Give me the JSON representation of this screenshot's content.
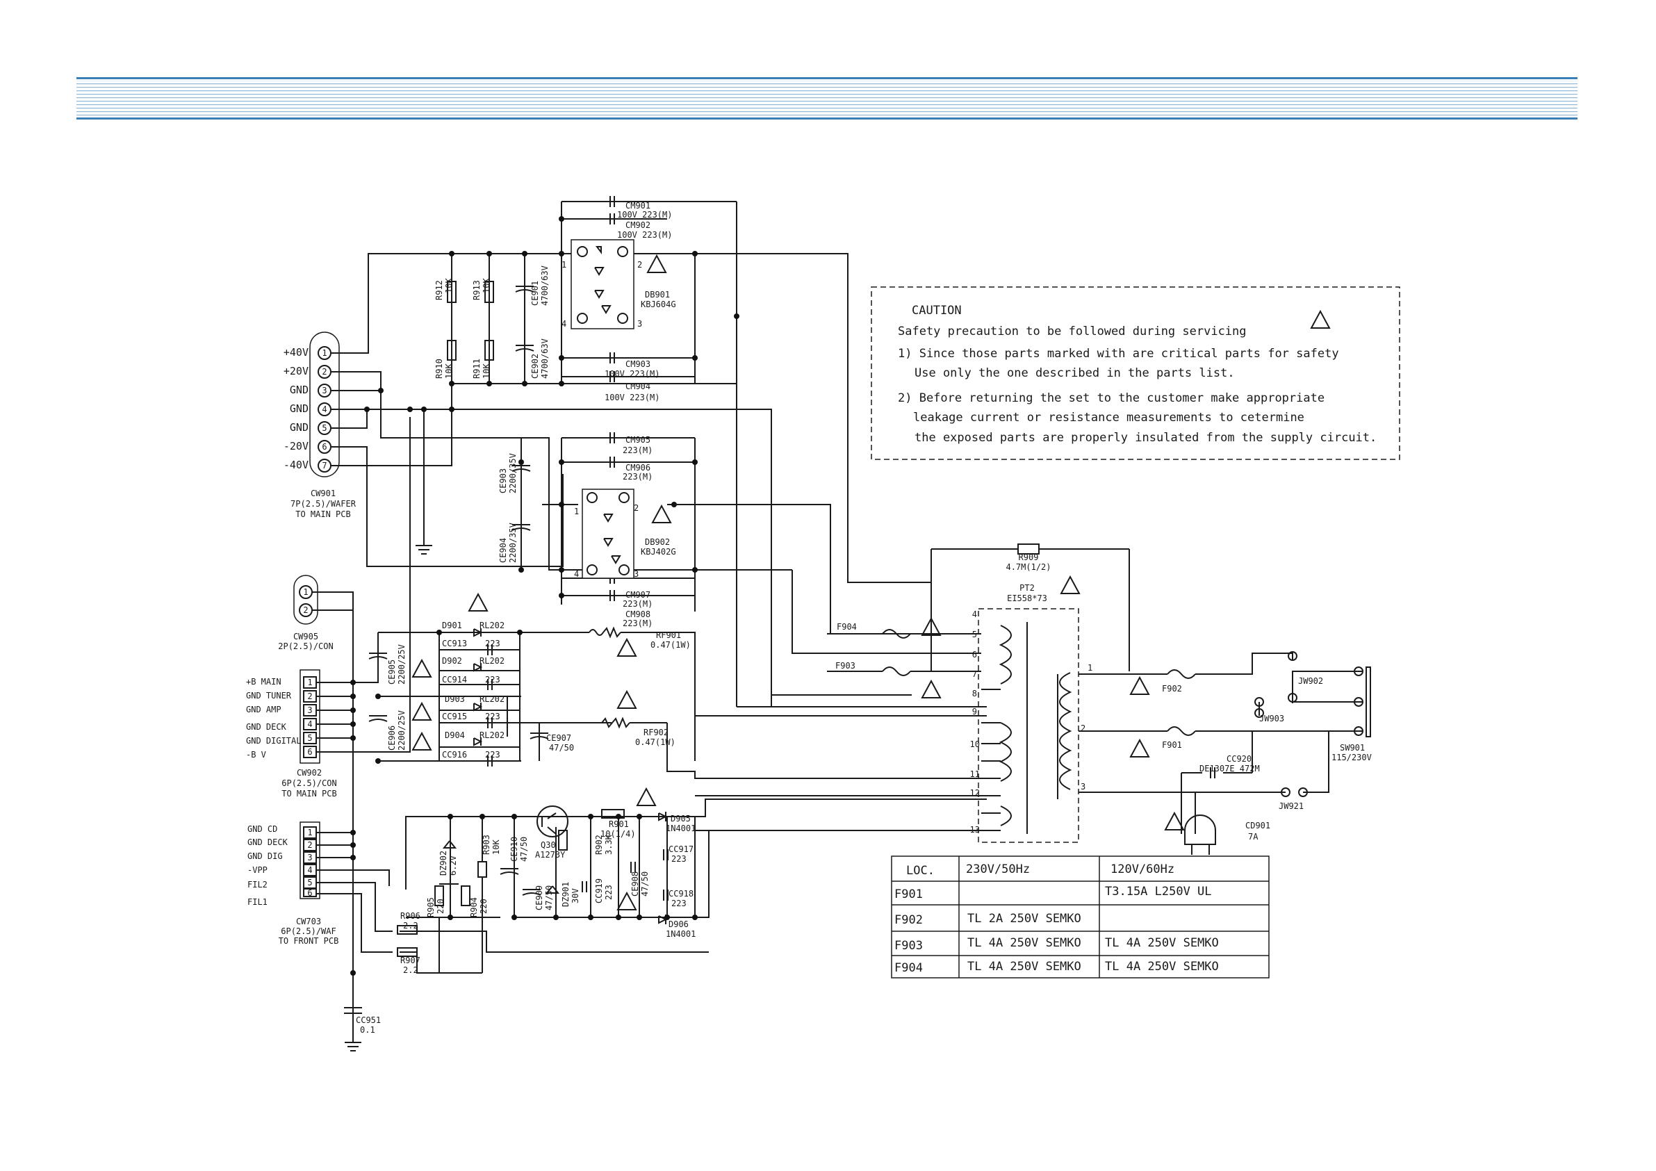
{
  "connectors": {
    "cw901": {
      "pins": [
        "+40V",
        "+20V",
        "GND",
        "GND",
        "GND",
        "-20V",
        "-40V"
      ],
      "label": "CW901",
      "desc1": "7P(2.5)/WAFER",
      "desc2": "TO MAIN PCB"
    },
    "cw905": {
      "label": "CW905",
      "desc": "2P(2.5)/CON"
    },
    "cw902": {
      "pins": [
        "+B MAIN",
        "GND TUNER",
        "GND AMP",
        "GND DECK",
        "GND DIGITAL",
        "-B V"
      ],
      "label": "CW902",
      "desc1": "6P(2.5)/CON",
      "desc2": "TO MAIN PCB"
    },
    "cw703": {
      "pins": [
        "GND CD",
        "GND DECK",
        "GND DIG",
        "-VPP",
        "FIL2",
        "FIL1"
      ],
      "label": "CW703",
      "desc1": "6P(2.5)/WAF",
      "desc2": "TO FRONT PCB"
    }
  },
  "components": {
    "cm901": [
      "CM901",
      "100V 223(M)"
    ],
    "cm902": [
      "CM902",
      "100V 223(M)"
    ],
    "cm903": [
      "CM903",
      "100V 223(M)"
    ],
    "cm904": [
      "CM904",
      "100V 223(M)"
    ],
    "cm905": [
      "CM905",
      "223(M)"
    ],
    "cm906": [
      "CM906",
      "223(M)"
    ],
    "cm907": [
      "CM907",
      "223(M)"
    ],
    "cm908": [
      "CM908",
      "223(M)"
    ],
    "db901": [
      "DB901",
      "KBJ604G"
    ],
    "db902": [
      "DB902",
      "KBJ402G"
    ],
    "r912": [
      "R912",
      "10K"
    ],
    "r913": [
      "R913",
      "10K"
    ],
    "r910": [
      "R910",
      "10K"
    ],
    "r911": [
      "R911",
      "10K"
    ],
    "ce901": [
      "CE901",
      "4700/63V"
    ],
    "ce902": [
      "CE902",
      "4700/63V"
    ],
    "ce903": [
      "CE903",
      "2200/35V"
    ],
    "ce904": [
      "CE904",
      "2200/35V"
    ],
    "ce905": [
      "CE905",
      "2200/25V"
    ],
    "ce906": [
      "CE906",
      "2200/25V"
    ],
    "ce907": [
      "CE907",
      "47/50"
    ],
    "ce910": [
      "CE910",
      "47/50"
    ],
    "ce909": [
      "CE909",
      "47/50"
    ],
    "ce908": [
      "CE908",
      "47/50"
    ],
    "d901": "D901",
    "d902": "D902",
    "d903": "D903",
    "d904": "D904",
    "rl202": "RL202",
    "cc913": "CC913",
    "cc914": "CC914",
    "cc915": "CC915",
    "cc916": "CC916",
    "c223": "223",
    "rf901": [
      "RF901",
      "0.47(1W)"
    ],
    "rf902": [
      "RF902",
      "0.47(1W)"
    ],
    "r909": [
      "R909",
      "4.7M(1/2)"
    ],
    "pt2": [
      "PT2",
      "EI558*73"
    ],
    "f904": "F904",
    "f903": "F903",
    "f902": "F902",
    "f901": "F901",
    "jw902": "JW902",
    "jw903": "JW903",
    "jw921": "JW921",
    "sw901": [
      "SW901",
      "115/230V"
    ],
    "cc920": [
      "CC920",
      "DE1307E 472M"
    ],
    "cd901": [
      "CD901",
      "7A"
    ],
    "dz902": [
      "DZ902",
      "6.2V"
    ],
    "r903": [
      "R903",
      "10K"
    ],
    "q30": [
      "Q30",
      "A1273Y"
    ],
    "r901": [
      "R901",
      "10(1/4)"
    ],
    "r902": [
      "R902",
      "3.3K"
    ],
    "dz901": [
      "DZ901",
      "30V"
    ],
    "cc919": [
      "CC919",
      "223"
    ],
    "cc917": [
      "CC917",
      "223"
    ],
    "cc918": [
      "CC918",
      "223"
    ],
    "d905": [
      "D905",
      "1N4001"
    ],
    "d906": [
      "D906",
      "1N4001"
    ],
    "r905": [
      "R905",
      "220"
    ],
    "r904": [
      "R904",
      "220"
    ],
    "r906": [
      "R906",
      "2.2"
    ],
    "r907": [
      "R907",
      "2.2"
    ],
    "cc951": [
      "CC951",
      "0.1"
    ],
    "pt_pins": [
      "4",
      "5",
      "6",
      "7",
      "8",
      "9",
      "10",
      "11",
      "12",
      "13"
    ],
    "pri_pins": [
      "1",
      "2",
      "3"
    ],
    "db_pins": [
      "1",
      "2",
      "3",
      "4"
    ]
  },
  "caution": {
    "title": "CAUTION",
    "lines": [
      "Safety precaution to be followed during servicing",
      "1) Since those parts marked with are critical parts for safety",
      "Use only the one described in the parts list.",
      "2) Before returning the set to the customer make appropriate",
      "leakage current or resistance measurements to cetermine",
      "the exposed parts are properly insulated from the supply circuit."
    ]
  },
  "fuse_table": {
    "headers": [
      "LOC.",
      "230V/50Hz",
      "120V/60Hz"
    ],
    "rows": [
      [
        "F901",
        "",
        "T3.15A L250V UL"
      ],
      [
        "F902",
        "TL 2A 250V SEMKO",
        ""
      ],
      [
        "F903",
        "TL 4A 250V SEMKO",
        "TL 4A 250V SEMKO"
      ],
      [
        "F904",
        "TL 4A 250V SEMKO",
        "TL 4A 250V SEMKO"
      ]
    ]
  },
  "colors": {
    "header_band": "#3a7fb5",
    "ink": "#1a1a1a"
  }
}
